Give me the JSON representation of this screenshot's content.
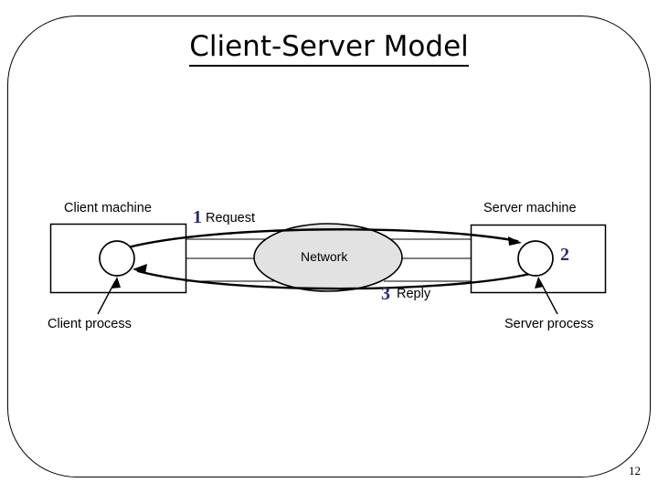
{
  "slide": {
    "title": "Client-Server Model",
    "page_number": "12"
  },
  "diagram": {
    "client_machine_label": "Client machine",
    "server_machine_label": "Server machine",
    "client_process_label": "Client process",
    "server_process_label": "Server process",
    "network_label": "Network",
    "steps": [
      {
        "number": "1",
        "label": "Request"
      },
      {
        "number": "2",
        "label": ""
      },
      {
        "number": "3",
        "label": "Reply"
      }
    ],
    "request_number": "1",
    "request_label": "Request",
    "server_number": "2",
    "reply_number": "3",
    "reply_label": "Reply"
  },
  "colors": {
    "step_number": "#282878",
    "network_fill": "#e2e2e2",
    "stroke": "#000000",
    "background": "#ffffff"
  }
}
